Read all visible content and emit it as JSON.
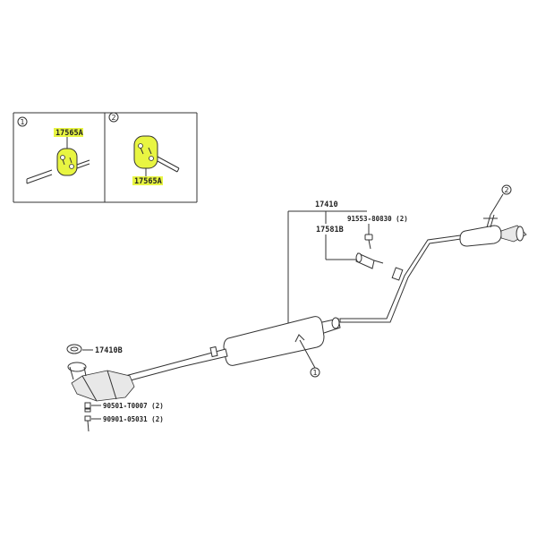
{
  "detail_panels": [
    {
      "number": "1",
      "part_label": "17565A"
    },
    {
      "number": "2",
      "part_label": "17565A"
    }
  ],
  "callouts": {
    "c1": "1",
    "c2": "2"
  },
  "parts": {
    "main_assembly": "17410",
    "gasket": "17410B",
    "clamp": "17581B",
    "bolt_clamp": "91553-80830 (2)",
    "nut_manifold": "90501-T0007 (2)",
    "bolt_manifold": "90901-05031 (2)"
  },
  "colors": {
    "highlight": "#e8f542",
    "line": "#333333"
  }
}
